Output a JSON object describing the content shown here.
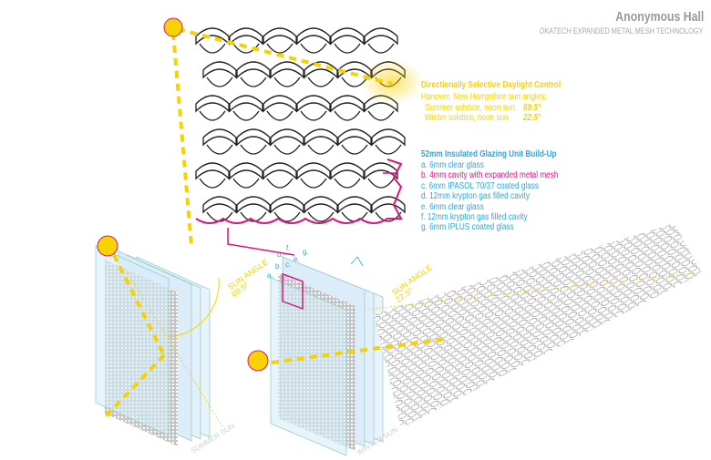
{
  "header": {
    "title": "Anonymous Hall",
    "subtitle_brand": "OKATECH",
    "subtitle_rest": " EXPANDED METAL MESH TECHNOLOGY"
  },
  "daylight": {
    "heading": "Directionally Selective Daylight Control",
    "location": "Hanover, New Hampshire sun angles:",
    "summer_label": "Summer solstice, noon sun",
    "summer_value": "69.5°",
    "winter_label": "Winter solstice, noon sun",
    "winter_value": "22.5°"
  },
  "buildup": {
    "heading": "52mm Insulated Glazing Unit Build-Up",
    "items": [
      "a. 6mm clear glass",
      "b. 4mm cavity with expanded metal mesh",
      "c. 6mm IPASOL 70/37 coated glass",
      "d. 12mm krypton gas filled cavity",
      "e. 6mm clear glass",
      "f.  12mm krypton gas filled cavity",
      "g. 6mm IPLUS coated glass"
    ],
    "layer_letters": [
      "a.",
      "b.",
      "c.",
      "d.",
      "e.",
      "f.",
      "g."
    ]
  },
  "summer": {
    "angle_label": "SUN ANGLE",
    "angle_value": "69.5°",
    "caption": "SUMMER SUN"
  },
  "winter": {
    "angle_label": "SUN ANGLE",
    "angle_value": "22.5°",
    "caption": "WINTER SUN"
  },
  "colors": {
    "yellow": "#f5d200",
    "magenta": "#d6177f",
    "cyan": "#29a8e0",
    "glass": "#d6ecf8",
    "grey": "#9a9a9a"
  }
}
